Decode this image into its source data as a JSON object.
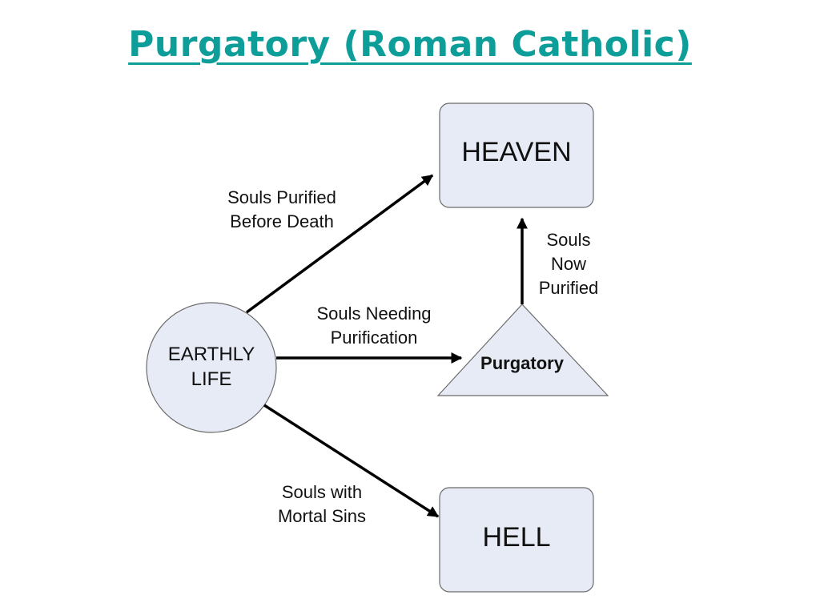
{
  "title": "Purgatory (Roman Catholic)",
  "colors": {
    "title": "#0e9e9a",
    "node_fill": "#e6ebf5",
    "node_stroke": "#6b6b6b",
    "arrow": "#000000"
  },
  "nodes": {
    "heaven": "HEAVEN",
    "earthly_line1": "EARTHLY",
    "earthly_line2": "LIFE",
    "purgatory": "Purgatory",
    "hell": "HELL"
  },
  "edges": {
    "purified_before_death": {
      "line1": "Souls Purified",
      "line2": "Before Death"
    },
    "needing_purification": {
      "line1": "Souls Needing",
      "line2": "Purification"
    },
    "now_purified": {
      "line1": "Souls",
      "line2": "Now",
      "line3": "Purified"
    },
    "mortal_sins": {
      "line1": "Souls with",
      "line2": "Mortal Sins"
    }
  }
}
